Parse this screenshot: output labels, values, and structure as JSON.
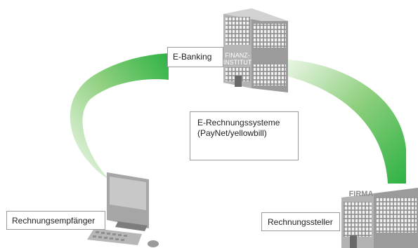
{
  "labels": {
    "ebanking": "E-Banking",
    "system_line1": "E-Rechnungssysteme",
    "system_line2": "(PayNet/yellowbill)",
    "recipient": "Rechnungsempfänger",
    "issuer": "Rechnungssteller"
  },
  "buildings": {
    "bank_sign_line1": "FINANZ-",
    "bank_sign_line2": "INSTITUT",
    "company_sign": "FIRMA"
  },
  "colors": {
    "arrow_green": "#3cb54a",
    "arrow_light": "#e8f5e3",
    "building_gray": "#9b9b9b",
    "building_dark": "#6f6f6f",
    "label_border": "#9a9a9a"
  }
}
